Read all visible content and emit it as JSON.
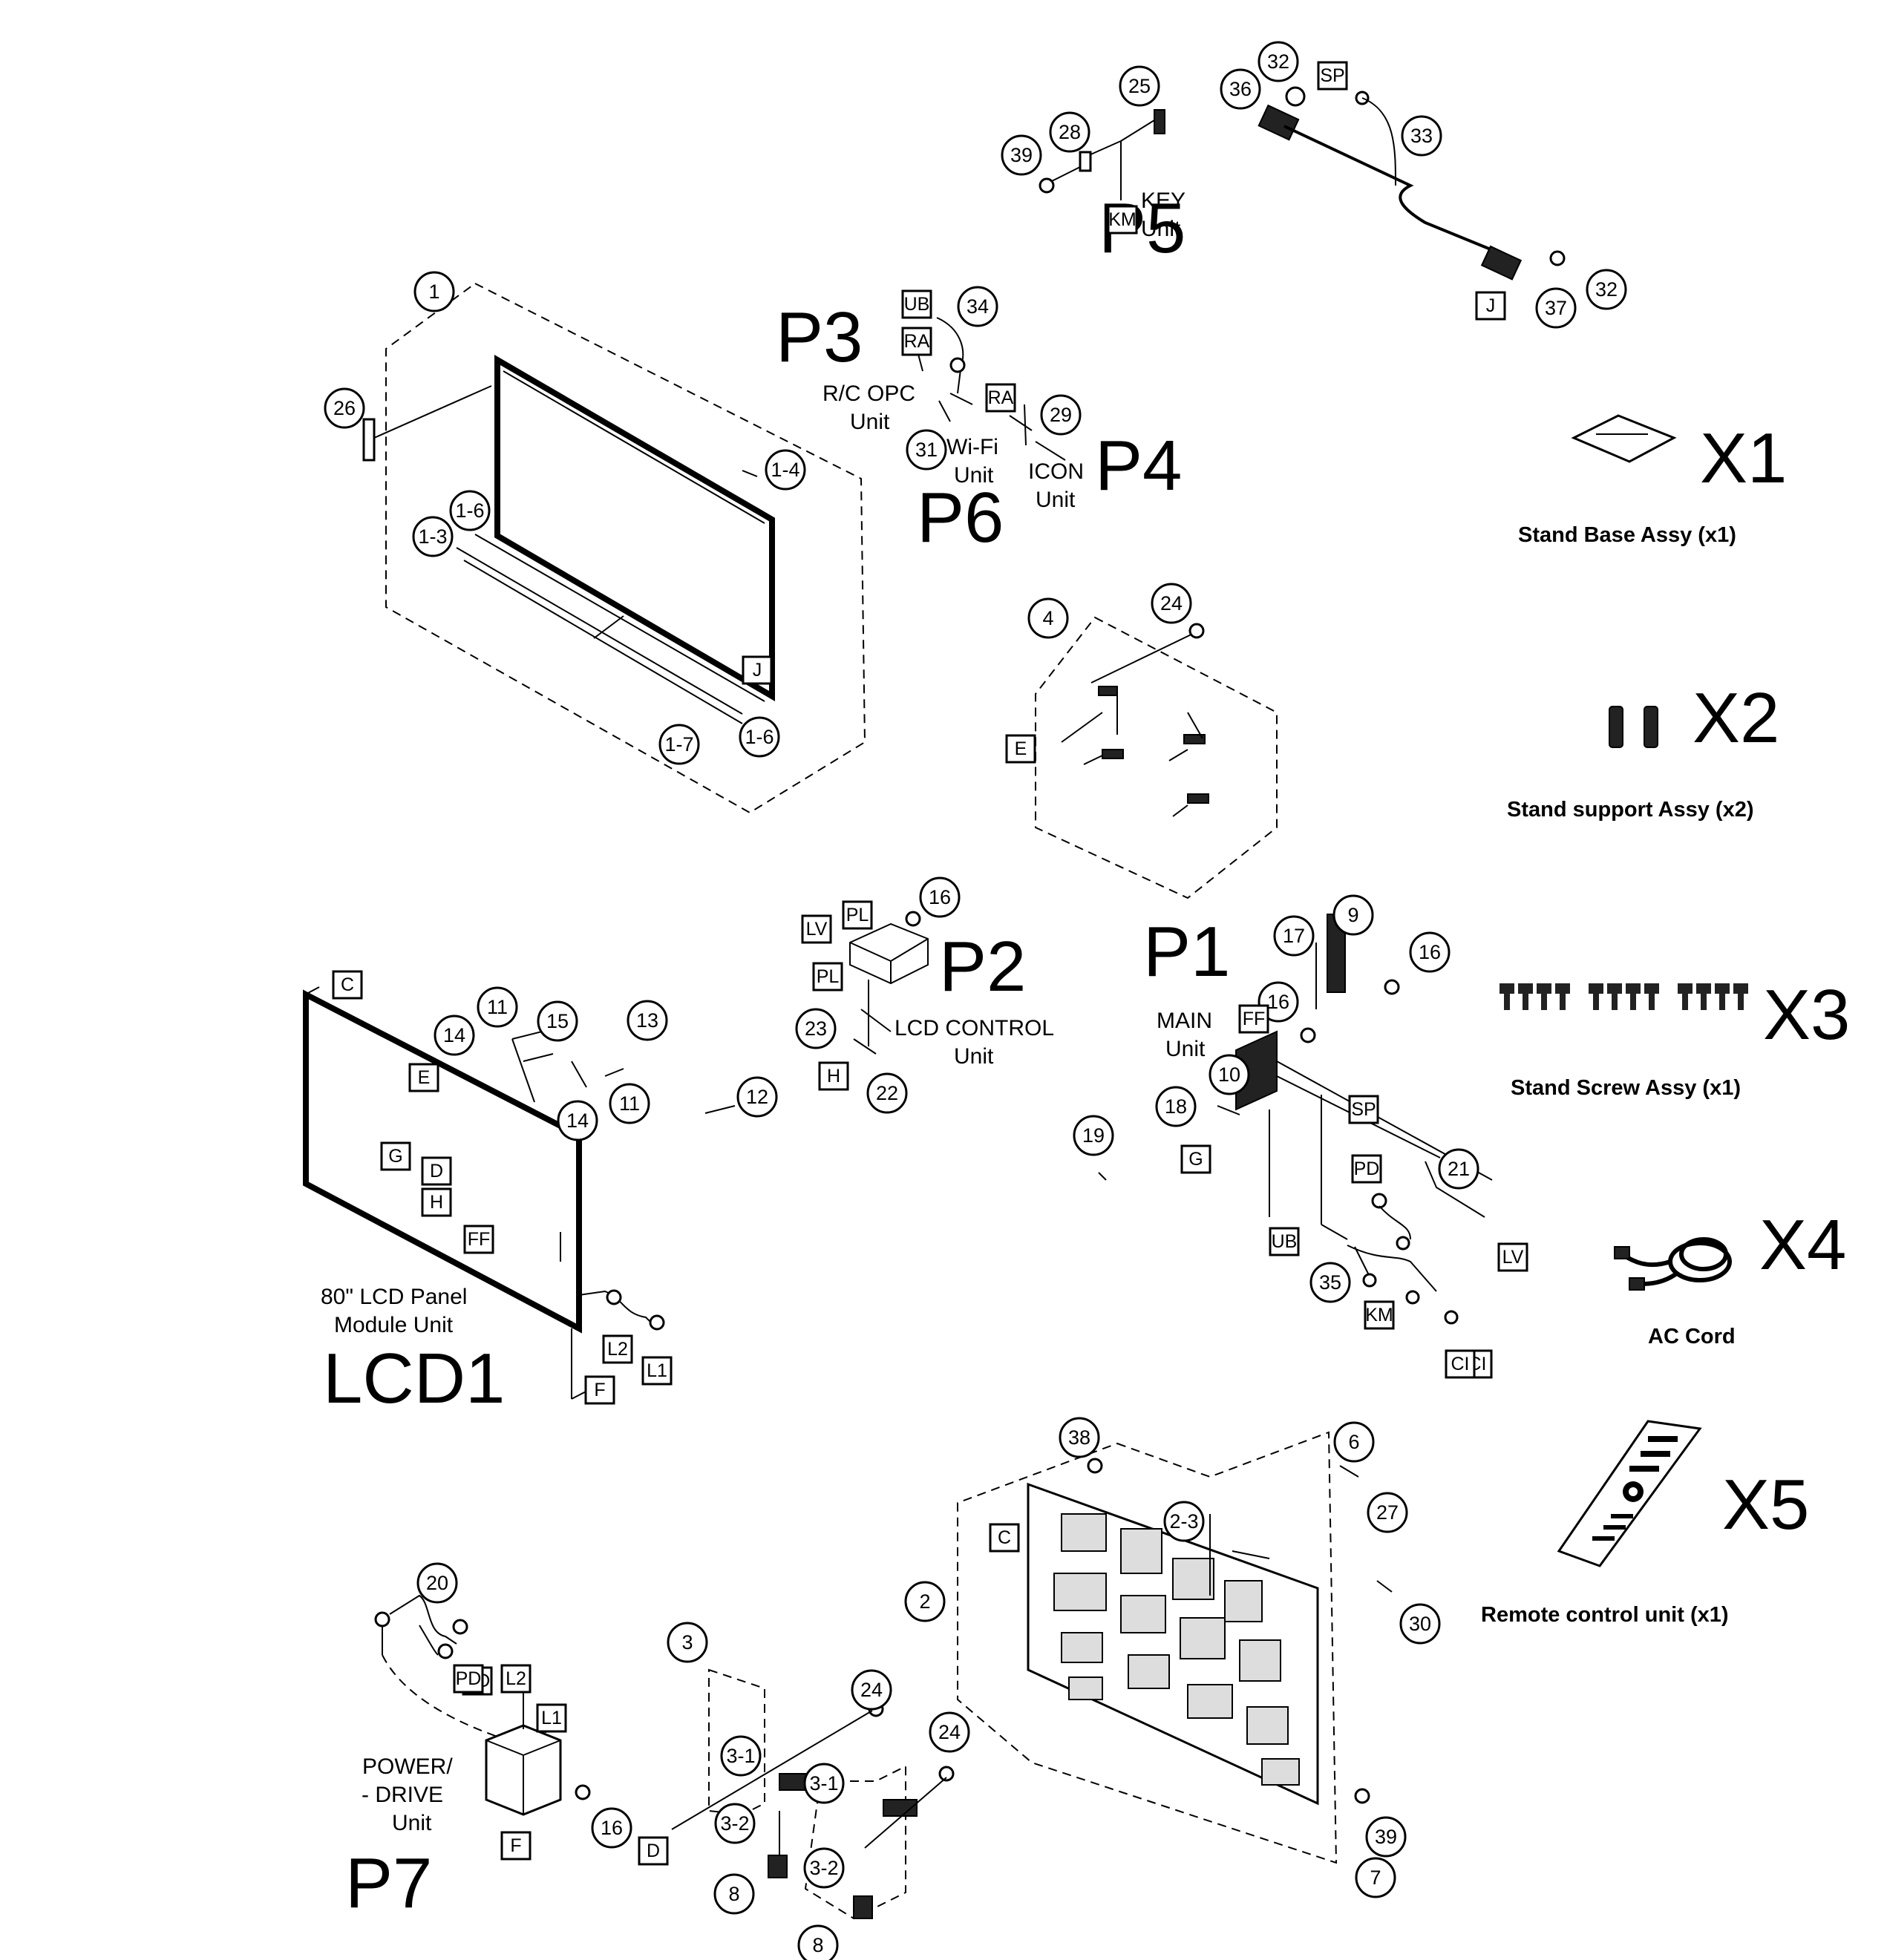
{
  "group_labels": {
    "p1": "P1",
    "p2": "P2",
    "p3": "P3",
    "p4": "P4",
    "p5": "P5",
    "p6": "P6",
    "p7": "P7",
    "lcd1": "LCD1",
    "x1": "X1",
    "x2": "X2",
    "x3": "X3",
    "x4": "X4",
    "x5": "X5"
  },
  "unit_captions": {
    "key_unit": [
      "KEY",
      "Unit"
    ],
    "rc_opc_unit": [
      "R/C OPC",
      "Unit"
    ],
    "wifi_unit": [
      "Wi-Fi",
      "Unit"
    ],
    "icon_unit": [
      "ICON",
      "Unit"
    ],
    "lcd_control_unit": [
      "LCD CONTROL",
      "Unit"
    ],
    "main_unit": [
      "MAIN",
      "Unit"
    ],
    "lcd_panel": [
      "80\" LCD Panel",
      "Module Unit"
    ],
    "power_drive_unit": [
      "POWER/",
      "- DRIVE",
      "Unit"
    ]
  },
  "accessories": {
    "x1": "Stand Base Assy (x1)",
    "x2": "Stand support Assy (x2)",
    "x3": "Stand Screw Assy (x1)",
    "x4": "AC Cord",
    "x5": "Remote control unit (x1)"
  },
  "callouts": [
    "1",
    "1-3",
    "1-4",
    "1-6",
    "1-6",
    "1-7",
    "2",
    "2-3",
    "3",
    "3-1",
    "3-1",
    "3-2",
    "3-2",
    "4",
    "6",
    "7",
    "8",
    "8",
    "9",
    "10",
    "11",
    "11",
    "12",
    "13",
    "14",
    "14",
    "15",
    "16",
    "16",
    "16",
    "16",
    "17",
    "18",
    "19",
    "20",
    "21",
    "22",
    "23",
    "24",
    "24",
    "24",
    "25",
    "26",
    "27",
    "28",
    "29",
    "30",
    "31",
    "32",
    "32",
    "33",
    "34",
    "35",
    "36",
    "37",
    "38",
    "39",
    "39"
  ],
  "connector_tags": [
    "KM",
    "KM",
    "SP",
    "SP",
    "J",
    "J",
    "UB",
    "UB",
    "RA",
    "RA",
    "CI",
    "CI",
    "E",
    "E",
    "LV",
    "LV",
    "PL",
    "PL",
    "H",
    "H",
    "FF",
    "FF",
    "PD",
    "PD",
    "PD",
    "G",
    "G",
    "C",
    "C",
    "D",
    "D",
    "F",
    "F",
    "L1",
    "L1",
    "L2",
    "L2"
  ]
}
